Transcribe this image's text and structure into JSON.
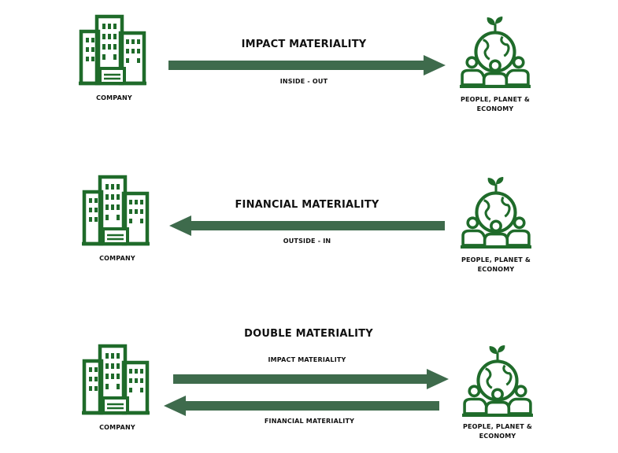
{
  "colors": {
    "arrow": "#3e6b4c",
    "icon": "#1f6b2a",
    "text": "#111111"
  },
  "icons": {
    "company": "office-buildings-icon",
    "stakeholders": "people-planet-globe-icon"
  },
  "labels": {
    "company": "COMPANY",
    "stakeholders_line1": "PEOPLE, PLANET &",
    "stakeholders_line2": "ECONOMY"
  },
  "rows": {
    "impact": {
      "title": "IMPACT MATERIALITY",
      "direction": "INSIDE - OUT"
    },
    "financial": {
      "title": "FINANCIAL MATERIALITY",
      "direction": "OUTSIDE - IN"
    },
    "double": {
      "title": "DOUBLE MATERIALITY",
      "top_arrow_label": "IMPACT MATERIALITY",
      "bottom_arrow_label": "FINANCIAL MATERIALITY"
    }
  }
}
